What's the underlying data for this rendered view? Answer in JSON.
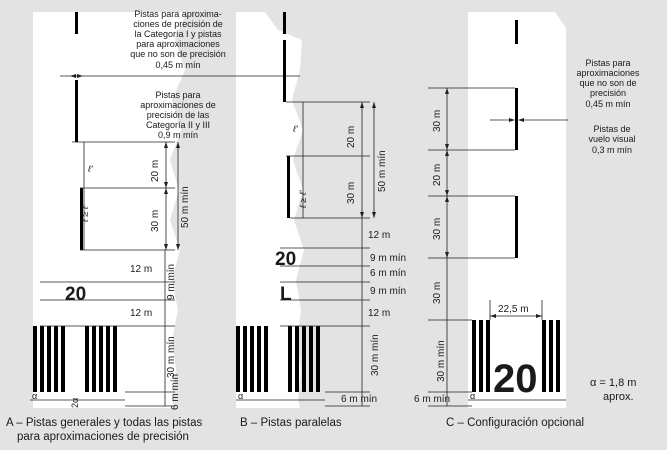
{
  "panel_a": {
    "note_top": [
      "Pistas para aproxima-",
      "ciones de precisión de",
      "la Categoría I y pistas",
      "para aproximaciones",
      "que no son de precisión"
    ],
    "note_top_value": "0,45 m mín",
    "note_mid": [
      "Pistas para",
      "aproximaciones de",
      "precisión de las",
      "Categoría II y III"
    ],
    "note_mid_value": "0,9 m mín",
    "len_label": "ℓ'",
    "len_rel": "ℓ ≥ ℓ'",
    "dim_20": "20 m",
    "dim_30": "30 m",
    "dim_50": "50 m mín",
    "dim_12_top": "12 m",
    "dim_9": "9 m mín",
    "dim_12_bottom": "12 m",
    "dim_30_bottom": "30 m mín",
    "dim_6": "6 m mín",
    "designator": "20",
    "alpha": "α",
    "two_alpha": "2α",
    "caption": [
      "A – Pistas generales y todas las pistas",
      "para aproximaciones de precisión"
    ]
  },
  "panel_b": {
    "len_label": "ℓ'",
    "len_rel": "ℓ ≥ ℓ'",
    "dim_20": "20 m",
    "dim_30": "30 m",
    "dim_50": "50 m mín",
    "dim_12_top": "12 m",
    "dim_9a": "9 m mín",
    "dim_6": "6 m mín",
    "dim_9b": "9 m mín",
    "dim_12_bottom": "12 m",
    "dim_30_bottom": "30 m mín",
    "dim_6_bottom": "6 m mín",
    "designator": "20",
    "designator_letter": "L",
    "alpha": "α",
    "caption": "B – Pistas paralelas"
  },
  "panel_c": {
    "note_top": [
      "Pistas para",
      "aproximaciones",
      "que no son de",
      "precisión"
    ],
    "note_top_value": "0,45 m mín",
    "note_bottom": [
      "Pistas de",
      "vuelo visual"
    ],
    "note_bottom_value": "0,3 m mín",
    "dim_30a": "30 m",
    "dim_20": "20 m",
    "dim_30b": "30 m",
    "dim_30c": "30 m",
    "dim_30_bottom": "30 m mín",
    "dim_6": "6 m mín",
    "dim_225": "22,5 m",
    "designator": "20",
    "alpha": "α",
    "alpha_value": "α = 1,8 m",
    "alpha_approx": "aprox.",
    "caption": "C – Configuración opcional"
  }
}
